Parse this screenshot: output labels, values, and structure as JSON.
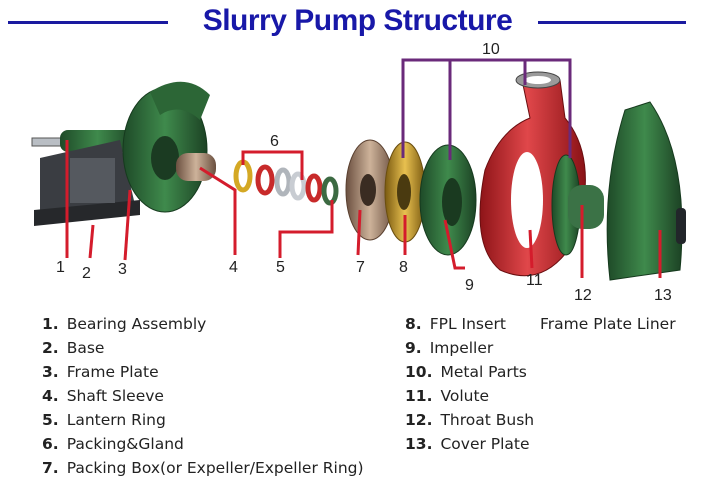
{
  "title": "Slurry Pump Structure",
  "colors": {
    "title": "#1818a8",
    "callout_red": "#d41c2c",
    "callout_purple": "#6a2a7a",
    "green": "#2f6b3a",
    "volute_red": "#c8232b",
    "brass": "#c89a28",
    "bronze": "#a88a70"
  },
  "callouts": [
    "1",
    "2",
    "3",
    "4",
    "5",
    "6",
    "7",
    "8",
    "9",
    "10",
    "11",
    "12",
    "13"
  ],
  "legend_left": [
    {
      "num": "1.",
      "label": "Bearing Assembly"
    },
    {
      "num": "2.",
      "label": "Base"
    },
    {
      "num": "3.",
      "label": "Frame Plate"
    },
    {
      "num": "4.",
      "label": "Shaft Sleeve"
    },
    {
      "num": "5.",
      "label": "Lantern Ring"
    },
    {
      "num": "6.",
      "label": "Packing&Gland"
    },
    {
      "num": "7.",
      "label": "Packing Box(or Expeller/Expeller Ring)"
    }
  ],
  "legend_right": [
    {
      "num": "8.",
      "label": "FPL Insert"
    },
    {
      "num": "9.",
      "label": "Impeller"
    },
    {
      "num": "10.",
      "label": "Metal Parts"
    },
    {
      "num": "11.",
      "label": "Volute"
    },
    {
      "num": "12.",
      "label": "Throat Bush"
    },
    {
      "num": "13.",
      "label": "Cover Plate"
    }
  ],
  "legend_extra": "Frame Plate Liner"
}
